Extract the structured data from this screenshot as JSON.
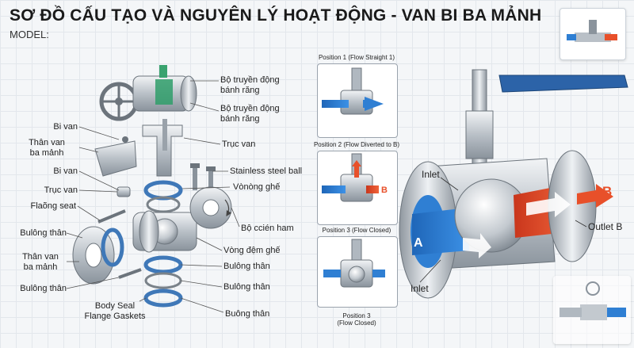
{
  "header": {
    "title": "SƠ ĐỒ CẤU TẠO VÀ NGUYÊN LÝ HOẠT ĐỘNG - VAN BI BA MẢNH",
    "subtitle": "MODEL:"
  },
  "exploded_labels": {
    "gear_actuator_1": "Bộ truyền động\nbánh răng",
    "gear_actuator_2": "Bộ truyền động\nbánh răng",
    "valve_ball": "Bi van",
    "three_piece_body_top": "Thân van\nba mảnh",
    "valve_ball_2": "Bi van",
    "valve_stem_left": "Trục van",
    "flange_seat": "Flaõng seat",
    "body_bolt_left": "Bulông thân",
    "three_piece_body_bottom": "Thân van\nba mảnh",
    "body_bolt_left_2": "Bulông thân",
    "body_seal": "Body Seal\nFlange Gaskets",
    "valve_stem_right": "Trục van",
    "stainless_ball": "Stainless steel ball",
    "seat_ring": "Vònòng ghế",
    "flange_set": "Bộ ccién ham",
    "seat_washer": "Vòng đệm ghế",
    "body_bolt_r1": "Bulông thân",
    "body_bolt_r2": "Bulông thân",
    "body_bolt_r3": "Buông thân"
  },
  "positions": {
    "p1": "Position 1 (Flow Straight 1)",
    "p2": "Position 2 (Flow Diverted to B)",
    "p3_title": "Position 3 (Flow Closed)",
    "p3_caption": "Position 3\n(Flow Closed)",
    "p2_letter": "B"
  },
  "cutaway": {
    "inlet_top": "Inlet",
    "inlet_bottom": "Inlet",
    "outlet": "Outlet B",
    "letter_a": "A",
    "letter_b": "B"
  },
  "colors": {
    "flow_in": "#2f7fd3",
    "flow_out": "#e8502a",
    "handle": "#2c63a8",
    "gasket": "#3f78b8"
  }
}
